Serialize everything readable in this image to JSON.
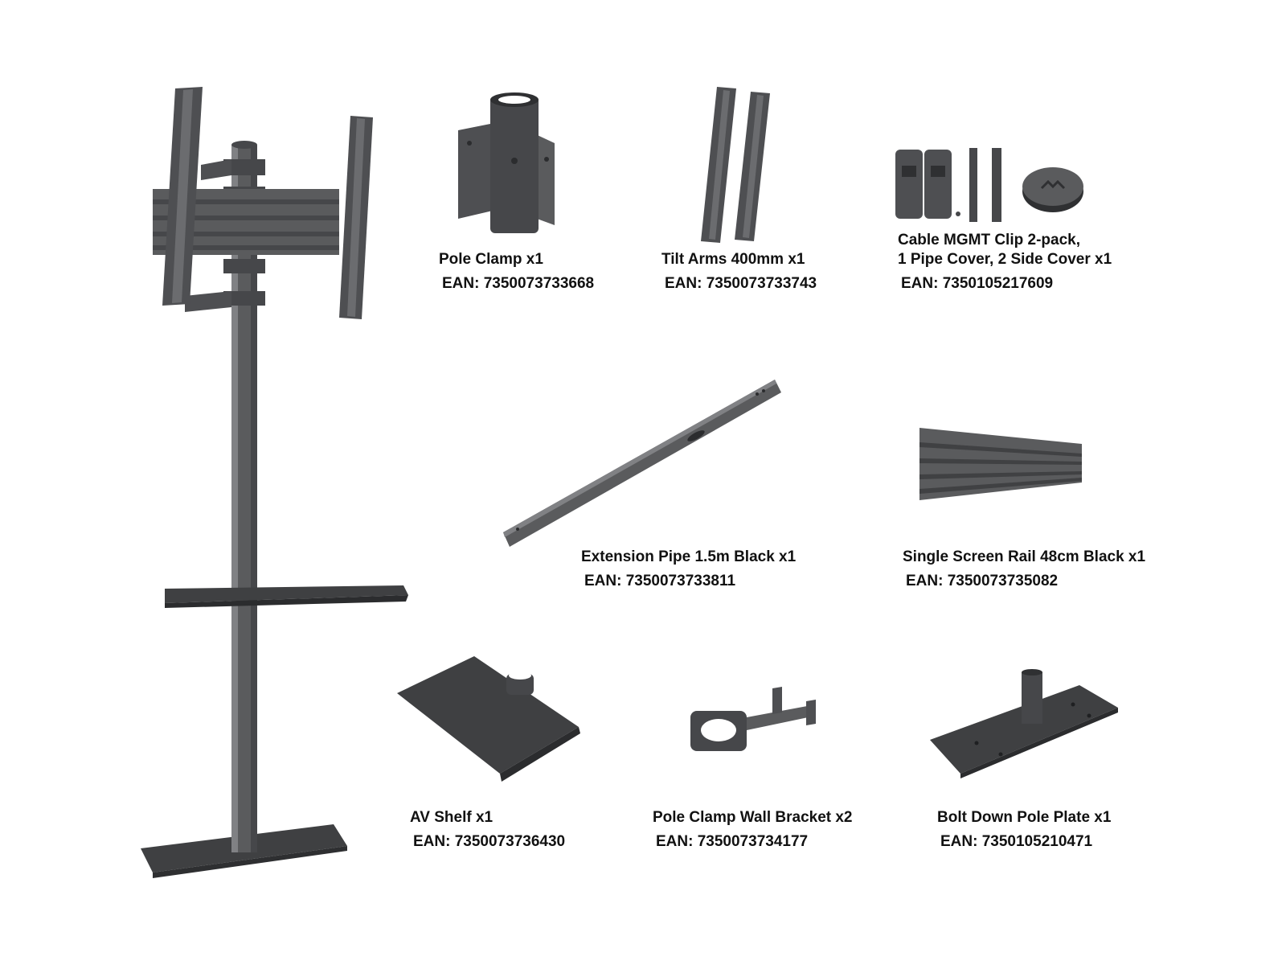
{
  "colors": {
    "metal": "#5a5b5d",
    "metal_dark": "#3f4042",
    "metal_light": "#808184",
    "text": "#111111",
    "background": "#ffffff"
  },
  "items": {
    "pole_clamp": {
      "name": "Pole Clamp x1",
      "ean": "EAN: 7350073733668"
    },
    "tilt_arms": {
      "name": "Tilt Arms 400mm x1",
      "ean": "EAN: 7350073733743"
    },
    "cable_mgmt": {
      "name_line1": "Cable MGMT Clip 2-pack,",
      "name_line2": "1 Pipe Cover, 2 Side Cover x1",
      "ean": "EAN: 7350105217609"
    },
    "extension_pipe": {
      "name": "Extension Pipe 1.5m Black x1",
      "ean": "EAN: 7350073733811"
    },
    "screen_rail": {
      "name": "Single Screen Rail 48cm Black x1",
      "ean": "EAN: 7350073735082"
    },
    "av_shelf": {
      "name": "AV Shelf x1",
      "ean": "EAN: 7350073736430"
    },
    "wall_bracket": {
      "name": "Pole Clamp Wall Bracket x2",
      "ean": "EAN: 7350073734177"
    },
    "pole_plate": {
      "name": "Bolt Down Pole Plate x1",
      "ean": "EAN: 7350105210471"
    }
  }
}
